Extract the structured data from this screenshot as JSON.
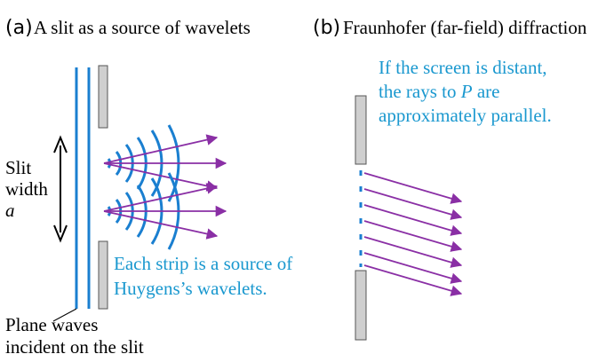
{
  "colors": {
    "wave_blue": "#1a7fd0",
    "text_blue": "#1a98cf",
    "ray_purple": "#8a2fa5",
    "screen_gray": "#cfcfcf",
    "screen_border": "#555555",
    "text_black": "#000000"
  },
  "panel_a": {
    "letter": "(a)",
    "title": "A slit as a source of wavelets",
    "slit_label_line1": "Slit",
    "slit_label_line2": "width",
    "slit_label_line3": "a",
    "wavelet_note_line1": "Each strip is a source of",
    "wavelet_note_line2": "Huygens’s wavelets.",
    "plane_waves_line1": "Plane waves",
    "plane_waves_line2": "incident on the slit"
  },
  "panel_b": {
    "letter": "(b)",
    "title": "Fraunhofer (far-field) diffraction",
    "note_line1": "If the screen is distant,",
    "note_line2_pre": "the rays to ",
    "note_line2_var": "P",
    "note_line2_post": " are",
    "note_line3": "approximately parallel."
  }
}
